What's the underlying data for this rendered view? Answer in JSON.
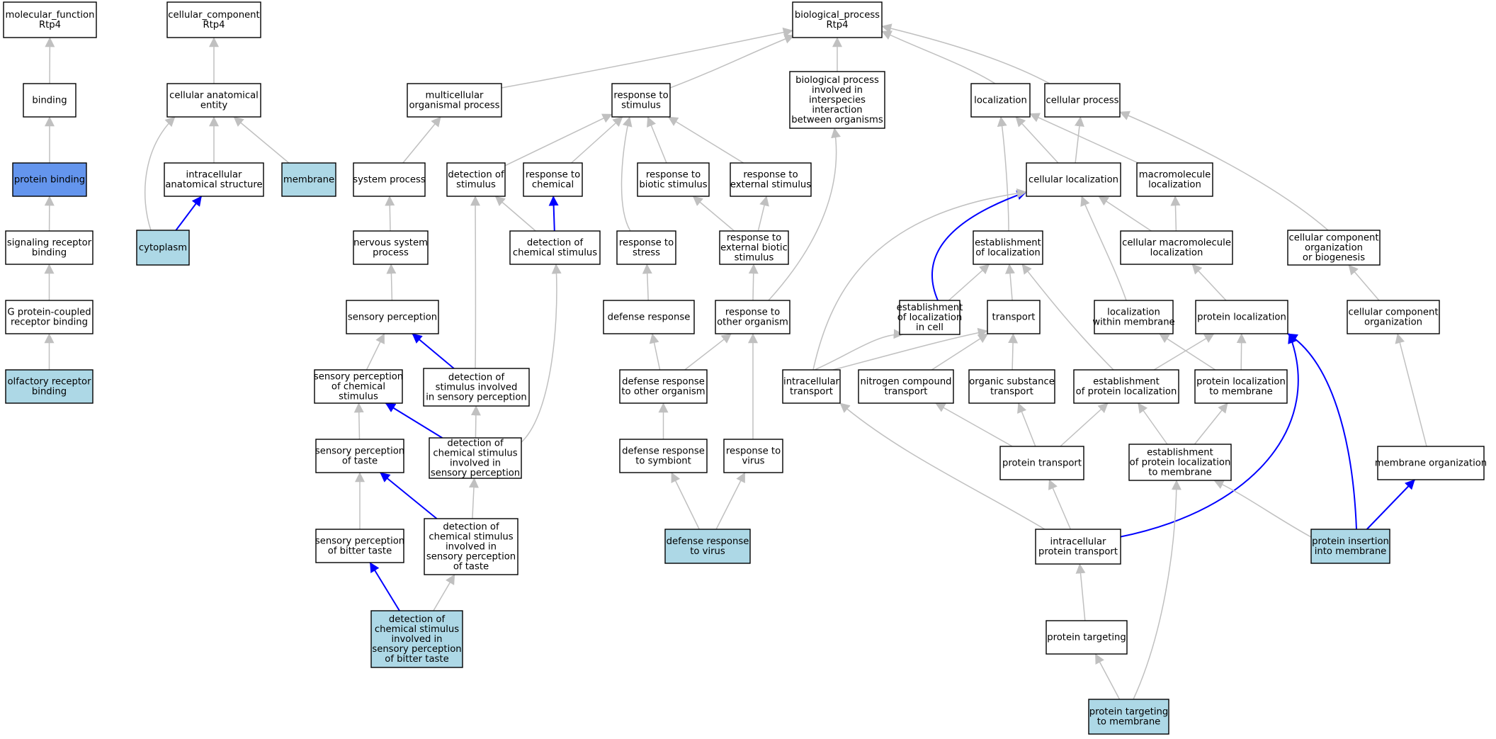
{
  "graph": {
    "colors": {
      "default_fill": "#ffffff",
      "highlight_fill": "#add8e6",
      "selected_fill": "#6495ed",
      "border": "#000000",
      "edge_gray": "#c0c0c0",
      "edge_blue": "#0000ff"
    },
    "nodes": [
      {
        "id": "mf",
        "lines": [
          "molecular_function",
          "Rtp4"
        ],
        "fill": "white"
      },
      {
        "id": "binding",
        "lines": [
          "binding"
        ],
        "fill": "white"
      },
      {
        "id": "protbind",
        "lines": [
          "protein binding"
        ],
        "fill": "selected"
      },
      {
        "id": "sigrec",
        "lines": [
          "signaling receptor",
          "binding"
        ],
        "fill": "white"
      },
      {
        "id": "gpcr",
        "lines": [
          "G protein-coupled",
          "receptor binding"
        ],
        "fill": "white"
      },
      {
        "id": "olfrec",
        "lines": [
          "olfactory receptor",
          "binding"
        ],
        "fill": "highlight"
      },
      {
        "id": "cc",
        "lines": [
          "cellular_component",
          "Rtp4"
        ],
        "fill": "white"
      },
      {
        "id": "cae",
        "lines": [
          "cellular anatomical",
          "entity"
        ],
        "fill": "white"
      },
      {
        "id": "ias",
        "lines": [
          "intracellular",
          "anatomical structure"
        ],
        "fill": "white"
      },
      {
        "id": "membrane",
        "lines": [
          "membrane"
        ],
        "fill": "highlight"
      },
      {
        "id": "cytoplasm",
        "lines": [
          "cytoplasm"
        ],
        "fill": "highlight"
      },
      {
        "id": "bp",
        "lines": [
          "biological_process",
          "Rtp4"
        ],
        "fill": "white"
      },
      {
        "id": "multi",
        "lines": [
          "multicellular",
          "organismal process"
        ],
        "fill": "white"
      },
      {
        "id": "respstim",
        "lines": [
          "response to",
          "stimulus"
        ],
        "fill": "white"
      },
      {
        "id": "bpinter",
        "lines": [
          "biological process",
          "involved in",
          "interspecies",
          "interaction",
          "between organisms"
        ],
        "fill": "white"
      },
      {
        "id": "local",
        "lines": [
          "localization"
        ],
        "fill": "white"
      },
      {
        "id": "cellproc",
        "lines": [
          "cellular process"
        ],
        "fill": "white"
      },
      {
        "id": "sysproc",
        "lines": [
          "system process"
        ],
        "fill": "white"
      },
      {
        "id": "detstim",
        "lines": [
          "detection of",
          "stimulus"
        ],
        "fill": "white"
      },
      {
        "id": "respchem",
        "lines": [
          "response to",
          "chemical"
        ],
        "fill": "white"
      },
      {
        "id": "respbio",
        "lines": [
          "response to",
          "biotic stimulus"
        ],
        "fill": "white"
      },
      {
        "id": "respext",
        "lines": [
          "response to",
          "external stimulus"
        ],
        "fill": "white"
      },
      {
        "id": "cellloc",
        "lines": [
          "cellular localization"
        ],
        "fill": "white"
      },
      {
        "id": "macloc",
        "lines": [
          "macromolecule",
          "localization"
        ],
        "fill": "white"
      },
      {
        "id": "nervsys",
        "lines": [
          "nervous system",
          "process"
        ],
        "fill": "white"
      },
      {
        "id": "detchem",
        "lines": [
          "detection of",
          "chemical stimulus"
        ],
        "fill": "white"
      },
      {
        "id": "respstress",
        "lines": [
          "response to",
          "stress"
        ],
        "fill": "white"
      },
      {
        "id": "respextbio",
        "lines": [
          "response to",
          "external biotic",
          "stimulus"
        ],
        "fill": "white"
      },
      {
        "id": "estloc",
        "lines": [
          "establishment",
          "of localization"
        ],
        "fill": "white"
      },
      {
        "id": "cellmacloc",
        "lines": [
          "cellular macromolecule",
          "localization"
        ],
        "fill": "white"
      },
      {
        "id": "ccob",
        "lines": [
          "cellular component",
          "organization",
          "or biogenesis"
        ],
        "fill": "white"
      },
      {
        "id": "sensperc",
        "lines": [
          "sensory perception"
        ],
        "fill": "white"
      },
      {
        "id": "defresp",
        "lines": [
          "defense response"
        ],
        "fill": "white"
      },
      {
        "id": "respother",
        "lines": [
          "response to",
          "other organism"
        ],
        "fill": "white"
      },
      {
        "id": "estlocincell",
        "lines": [
          "establishment",
          "of localization",
          "in cell"
        ],
        "fill": "white"
      },
      {
        "id": "transport",
        "lines": [
          "transport"
        ],
        "fill": "white"
      },
      {
        "id": "locwithmem",
        "lines": [
          "localization",
          "within membrane"
        ],
        "fill": "white"
      },
      {
        "id": "protloc",
        "lines": [
          "protein localization"
        ],
        "fill": "white"
      },
      {
        "id": "ccorg",
        "lines": [
          "cellular component",
          "organization"
        ],
        "fill": "white"
      },
      {
        "id": "spchem",
        "lines": [
          "sensory perception",
          "of chemical",
          "stimulus"
        ],
        "fill": "white"
      },
      {
        "id": "detsens",
        "lines": [
          "detection of",
          "stimulus involved",
          "in sensory perception"
        ],
        "fill": "white"
      },
      {
        "id": "defother",
        "lines": [
          "defense response",
          "to other organism"
        ],
        "fill": "white"
      },
      {
        "id": "intratrans",
        "lines": [
          "intracellular",
          "transport"
        ],
        "fill": "white"
      },
      {
        "id": "nitro",
        "lines": [
          "nitrogen compound",
          "transport"
        ],
        "fill": "white"
      },
      {
        "id": "orgsub",
        "lines": [
          "organic substance",
          "transport"
        ],
        "fill": "white"
      },
      {
        "id": "estprotloc",
        "lines": [
          "establishment",
          "of protein localization"
        ],
        "fill": "white"
      },
      {
        "id": "protlocmem",
        "lines": [
          "protein localization",
          "to membrane"
        ],
        "fill": "white"
      },
      {
        "id": "sptaste",
        "lines": [
          "sensory perception",
          "of taste"
        ],
        "fill": "white"
      },
      {
        "id": "detchemsens",
        "lines": [
          "detection of",
          "chemical stimulus",
          "involved in",
          "sensory perception"
        ],
        "fill": "white"
      },
      {
        "id": "defsym",
        "lines": [
          "defense response",
          "to symbiont"
        ],
        "fill": "white"
      },
      {
        "id": "respvirus",
        "lines": [
          "response to",
          "virus"
        ],
        "fill": "white"
      },
      {
        "id": "prottrans",
        "lines": [
          "protein transport"
        ],
        "fill": "white"
      },
      {
        "id": "estprotlocmem",
        "lines": [
          "establishment",
          "of protein localization",
          "to membrane"
        ],
        "fill": "white"
      },
      {
        "id": "memorg",
        "lines": [
          "membrane organization"
        ],
        "fill": "white"
      },
      {
        "id": "spbitter",
        "lines": [
          "sensory perception",
          "of bitter taste"
        ],
        "fill": "white"
      },
      {
        "id": "detchemtaste",
        "lines": [
          "detection of",
          "chemical stimulus",
          "involved in",
          "sensory perception",
          "of taste"
        ],
        "fill": "white"
      },
      {
        "id": "defvirus",
        "lines": [
          "defense response",
          "to virus"
        ],
        "fill": "highlight"
      },
      {
        "id": "intraprot",
        "lines": [
          "intracellular",
          "protein transport"
        ],
        "fill": "white"
      },
      {
        "id": "protins",
        "lines": [
          "protein insertion",
          "into membrane"
        ],
        "fill": "highlight"
      },
      {
        "id": "detbitter",
        "lines": [
          "detection of",
          "chemical stimulus",
          "involved in",
          "sensory perception",
          "of bitter taste"
        ],
        "fill": "highlight"
      },
      {
        "id": "prottarg",
        "lines": [
          "protein targeting"
        ],
        "fill": "white"
      },
      {
        "id": "prottargmem",
        "lines": [
          "protein targeting",
          "to membrane"
        ],
        "fill": "highlight"
      }
    ],
    "edges": [
      {
        "from": "binding",
        "to": "mf",
        "color": "gray"
      },
      {
        "from": "protbind",
        "to": "binding",
        "color": "gray"
      },
      {
        "from": "sigrec",
        "to": "protbind",
        "color": "gray"
      },
      {
        "from": "gpcr",
        "to": "sigrec",
        "color": "gray"
      },
      {
        "from": "olfrec",
        "to": "gpcr",
        "color": "gray"
      },
      {
        "from": "cae",
        "to": "cc",
        "color": "gray"
      },
      {
        "from": "ias",
        "to": "cae",
        "color": "gray"
      },
      {
        "from": "membrane",
        "to": "cae",
        "color": "gray"
      },
      {
        "from": "cytoplasm",
        "to": "cae",
        "color": "gray"
      },
      {
        "from": "cytoplasm",
        "to": "ias",
        "color": "blue"
      },
      {
        "from": "multi",
        "to": "bp",
        "color": "gray"
      },
      {
        "from": "respstim",
        "to": "bp",
        "color": "gray"
      },
      {
        "from": "bpinter",
        "to": "bp",
        "color": "gray"
      },
      {
        "from": "local",
        "to": "bp",
        "color": "gray"
      },
      {
        "from": "cellproc",
        "to": "bp",
        "color": "gray"
      },
      {
        "from": "sysproc",
        "to": "multi",
        "color": "gray"
      },
      {
        "from": "nervsys",
        "to": "sysproc",
        "color": "gray"
      },
      {
        "from": "sensperc",
        "to": "nervsys",
        "color": "gray"
      },
      {
        "from": "spchem",
        "to": "sensperc",
        "color": "gray"
      },
      {
        "from": "detsens",
        "to": "sensperc",
        "color": "blue"
      },
      {
        "from": "sptaste",
        "to": "spchem",
        "color": "gray"
      },
      {
        "from": "detchemsens",
        "to": "spchem",
        "color": "blue"
      },
      {
        "from": "detchemsens",
        "to": "detsens",
        "color": "gray"
      },
      {
        "from": "detchemsens",
        "to": "detchem",
        "color": "gray"
      },
      {
        "from": "spbitter",
        "to": "sptaste",
        "color": "gray"
      },
      {
        "from": "detchemtaste",
        "to": "sptaste",
        "color": "blue"
      },
      {
        "from": "detchemtaste",
        "to": "detchemsens",
        "color": "gray"
      },
      {
        "from": "detbitter",
        "to": "spbitter",
        "color": "blue"
      },
      {
        "from": "detbitter",
        "to": "detchemtaste",
        "color": "gray"
      },
      {
        "from": "detstim",
        "to": "respstim",
        "color": "gray"
      },
      {
        "from": "respchem",
        "to": "respstim",
        "color": "gray"
      },
      {
        "from": "respbio",
        "to": "respstim",
        "color": "gray"
      },
      {
        "from": "respext",
        "to": "respstim",
        "color": "gray"
      },
      {
        "from": "respstress",
        "to": "respstim",
        "color": "gray"
      },
      {
        "from": "detchem",
        "to": "detstim",
        "color": "gray"
      },
      {
        "from": "detchem",
        "to": "respchem",
        "color": "blue"
      },
      {
        "from": "detsens",
        "to": "detstim",
        "color": "gray"
      },
      {
        "from": "defresp",
        "to": "respstress",
        "color": "gray"
      },
      {
        "from": "respextbio",
        "to": "respbio",
        "color": "gray"
      },
      {
        "from": "respextbio",
        "to": "respext",
        "color": "gray"
      },
      {
        "from": "respother",
        "to": "respextbio",
        "color": "gray"
      },
      {
        "from": "respother",
        "to": "bpinter",
        "color": "gray"
      },
      {
        "from": "defother",
        "to": "defresp",
        "color": "gray"
      },
      {
        "from": "defother",
        "to": "respother",
        "color": "gray"
      },
      {
        "from": "defsym",
        "to": "defother",
        "color": "gray"
      },
      {
        "from": "respvirus",
        "to": "respother",
        "color": "gray"
      },
      {
        "from": "defvirus",
        "to": "defsym",
        "color": "gray"
      },
      {
        "from": "defvirus",
        "to": "respvirus",
        "color": "gray"
      },
      {
        "from": "cellloc",
        "to": "local",
        "color": "gray"
      },
      {
        "from": "cellloc",
        "to": "cellproc",
        "color": "gray"
      },
      {
        "from": "macloc",
        "to": "local",
        "color": "gray"
      },
      {
        "from": "estloc",
        "to": "local",
        "color": "gray"
      },
      {
        "from": "cellmacloc",
        "to": "cellloc",
        "color": "gray"
      },
      {
        "from": "cellmacloc",
        "to": "macloc",
        "color": "gray"
      },
      {
        "from": "ccob",
        "to": "cellproc",
        "color": "gray"
      },
      {
        "from": "ccorg",
        "to": "ccob",
        "color": "gray"
      },
      {
        "from": "memorg",
        "to": "ccorg",
        "color": "gray"
      },
      {
        "from": "estlocincell",
        "to": "estloc",
        "color": "gray"
      },
      {
        "from": "estlocincell",
        "to": "cellloc",
        "color": "blue"
      },
      {
        "from": "transport",
        "to": "estloc",
        "color": "gray"
      },
      {
        "from": "locwithmem",
        "to": "cellloc",
        "color": "gray"
      },
      {
        "from": "protloc",
        "to": "cellmacloc",
        "color": "gray"
      },
      {
        "from": "intratrans",
        "to": "cellloc",
        "color": "gray"
      },
      {
        "from": "intratrans",
        "to": "estlocincell",
        "color": "gray"
      },
      {
        "from": "intratrans",
        "to": "transport",
        "color": "gray"
      },
      {
        "from": "nitro",
        "to": "transport",
        "color": "gray"
      },
      {
        "from": "orgsub",
        "to": "transport",
        "color": "gray"
      },
      {
        "from": "estprotloc",
        "to": "estloc",
        "color": "gray"
      },
      {
        "from": "estprotloc",
        "to": "protloc",
        "color": "gray"
      },
      {
        "from": "protlocmem",
        "to": "protloc",
        "color": "gray"
      },
      {
        "from": "protlocmem",
        "to": "locwithmem",
        "color": "gray"
      },
      {
        "from": "prottrans",
        "to": "nitro",
        "color": "gray"
      },
      {
        "from": "prottrans",
        "to": "orgsub",
        "color": "gray"
      },
      {
        "from": "prottrans",
        "to": "estprotloc",
        "color": "gray"
      },
      {
        "from": "estprotlocmem",
        "to": "estprotloc",
        "color": "gray"
      },
      {
        "from": "estprotlocmem",
        "to": "protlocmem",
        "color": "gray"
      },
      {
        "from": "intraprot",
        "to": "intratrans",
        "color": "gray"
      },
      {
        "from": "intraprot",
        "to": "prottrans",
        "color": "gray"
      },
      {
        "from": "intraprot",
        "to": "protloc",
        "color": "blue"
      },
      {
        "from": "protins",
        "to": "estprotlocmem",
        "color": "gray"
      },
      {
        "from": "protins",
        "to": "protloc",
        "color": "blue"
      },
      {
        "from": "protins",
        "to": "memorg",
        "color": "blue"
      },
      {
        "from": "prottarg",
        "to": "intraprot",
        "color": "gray"
      },
      {
        "from": "prottargmem",
        "to": "prottarg",
        "color": "gray"
      },
      {
        "from": "prottargmem",
        "to": "estprotlocmem",
        "color": "gray"
      }
    ]
  }
}
